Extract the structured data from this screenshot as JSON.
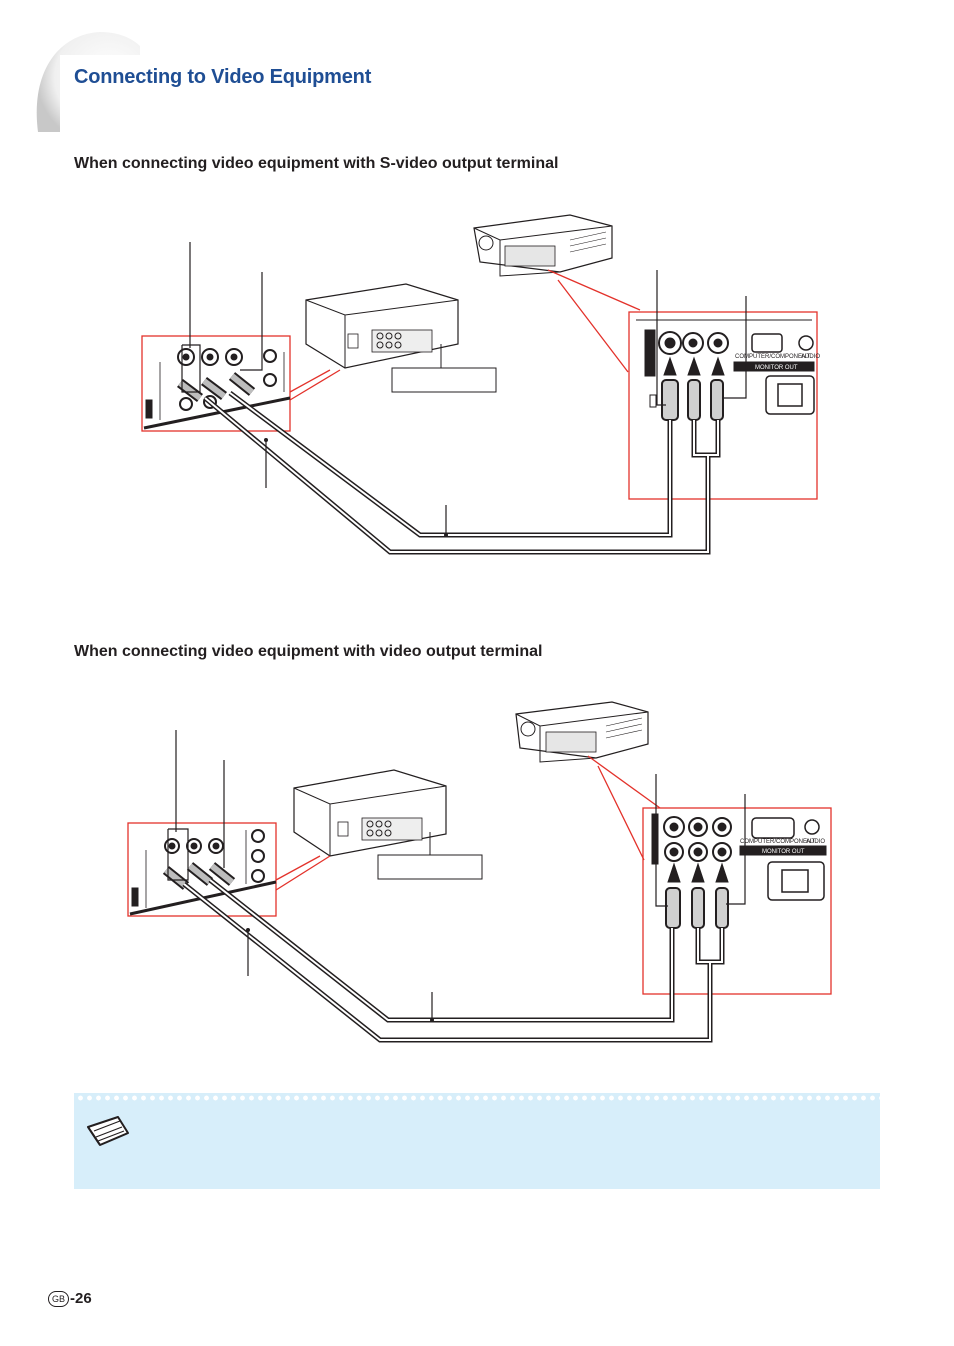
{
  "header": {
    "title": "Connecting to Video Equipment"
  },
  "sections": [
    {
      "heading": "When connecting video equipment with S-video output terminal"
    },
    {
      "heading": "When connecting video equipment with video output terminal"
    }
  ],
  "projector_panel": {
    "computer_component_label": "COMPUTER/COMPONENT",
    "audio_label": "AUDIO",
    "monitor_out_label": "MONITOR OUT"
  },
  "footer": {
    "region_badge": "GB",
    "page_number": "-26"
  },
  "colors": {
    "title_blue": "#1f4e94",
    "callout_red": "#e3322b",
    "note_background": "#d7eefa",
    "page_tab_gray": "#d9d9d9"
  }
}
